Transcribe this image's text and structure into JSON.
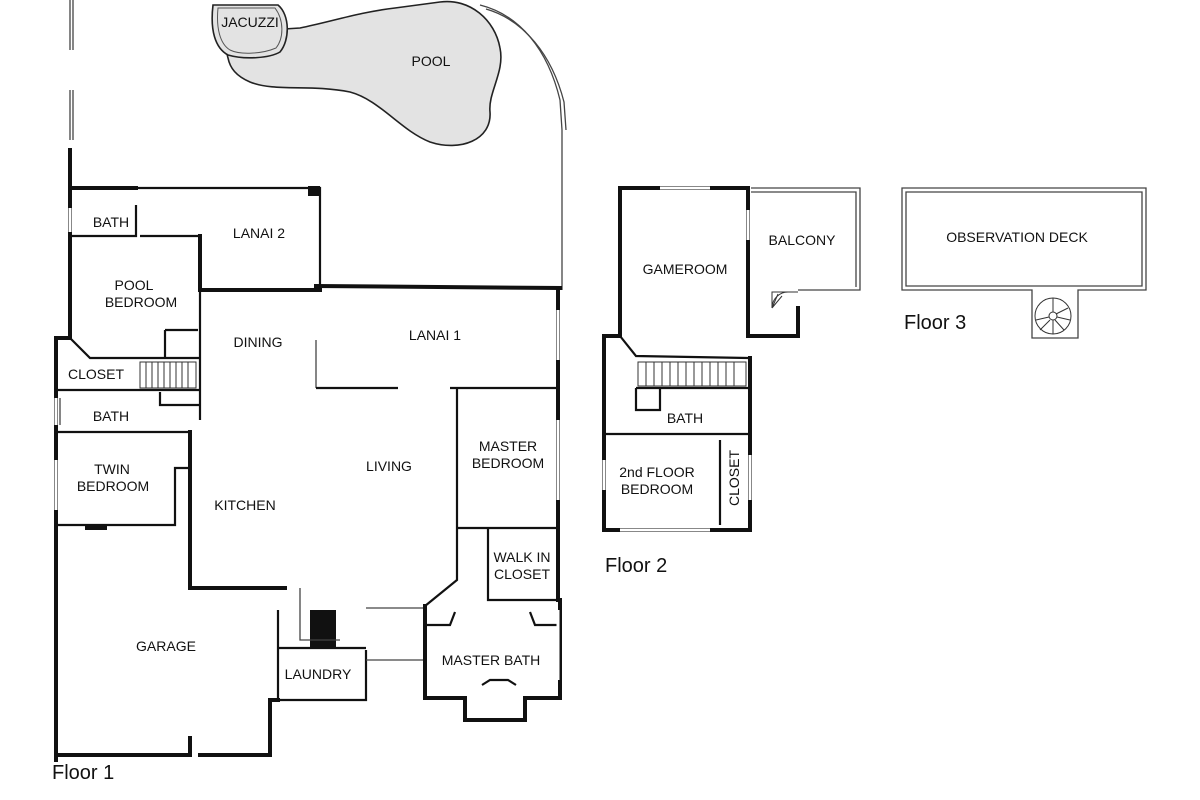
{
  "floor1": {
    "label": "Floor 1",
    "rooms": {
      "jacuzzi": "JACUZZI",
      "pool": "POOL",
      "bath_upper": "BATH",
      "lanai2": "LANAI 2",
      "pool_bedroom_1": "POOL",
      "pool_bedroom_2": "BEDROOM",
      "dining": "DINING",
      "lanai1": "LANAI 1",
      "closet": "CLOSET",
      "bath_lower": "BATH",
      "twin_bedroom_1": "TWIN",
      "twin_bedroom_2": "BEDROOM",
      "kitchen": "KITCHEN",
      "living": "LIVING",
      "master_bedroom_1": "MASTER",
      "master_bedroom_2": "BEDROOM",
      "walk_in_closet_1": "WALK IN",
      "walk_in_closet_2": "CLOSET",
      "garage": "GARAGE",
      "laundry": "LAUNDRY",
      "master_bath": "MASTER BATH"
    }
  },
  "floor2": {
    "label": "Floor 2",
    "rooms": {
      "gameroom": "GAMEROOM",
      "balcony": "BALCONY",
      "bath": "BATH",
      "bedroom_1": "2nd FLOOR",
      "bedroom_2": "BEDROOM",
      "closet": "CLOSET"
    }
  },
  "floor3": {
    "label": "Floor 3",
    "rooms": {
      "observation_deck": "OBSERVATION DECK"
    }
  }
}
